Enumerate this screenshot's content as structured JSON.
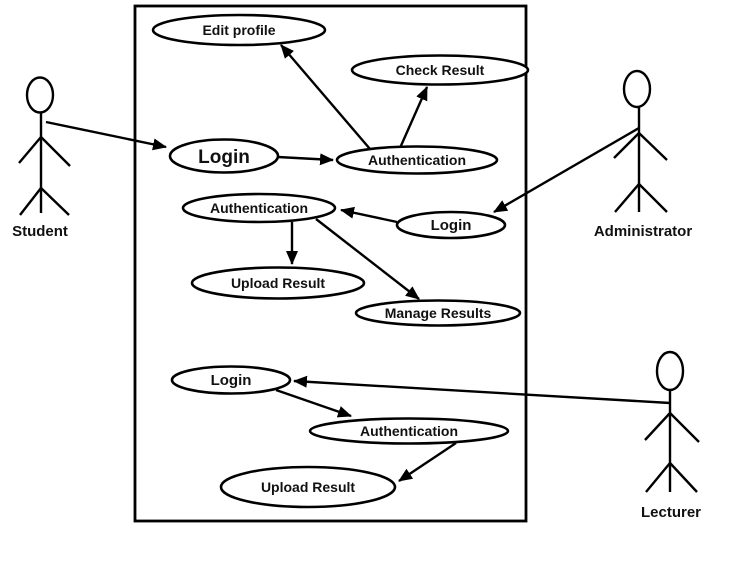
{
  "diagram_type": "uml-use-case",
  "colors": {
    "stroke": "#000000",
    "background": "#ffffff",
    "text": "#111111"
  },
  "actors": {
    "student": "Student",
    "administrator": "Administrator",
    "lecturer": "Lecturer"
  },
  "system": {
    "use_cases": {
      "edit_profile": "Edit profile",
      "check_result": "Check Result",
      "student_login": "Login",
      "student_authentication": "Authentication",
      "admin_authentication": "Authentication",
      "admin_login": "Login",
      "admin_upload_result": "Upload Result",
      "admin_manage_results": "Manage Results",
      "lecturer_login": "Login",
      "lecturer_authentication": "Authentication",
      "lecturer_upload_result": "Upload Result"
    }
  }
}
